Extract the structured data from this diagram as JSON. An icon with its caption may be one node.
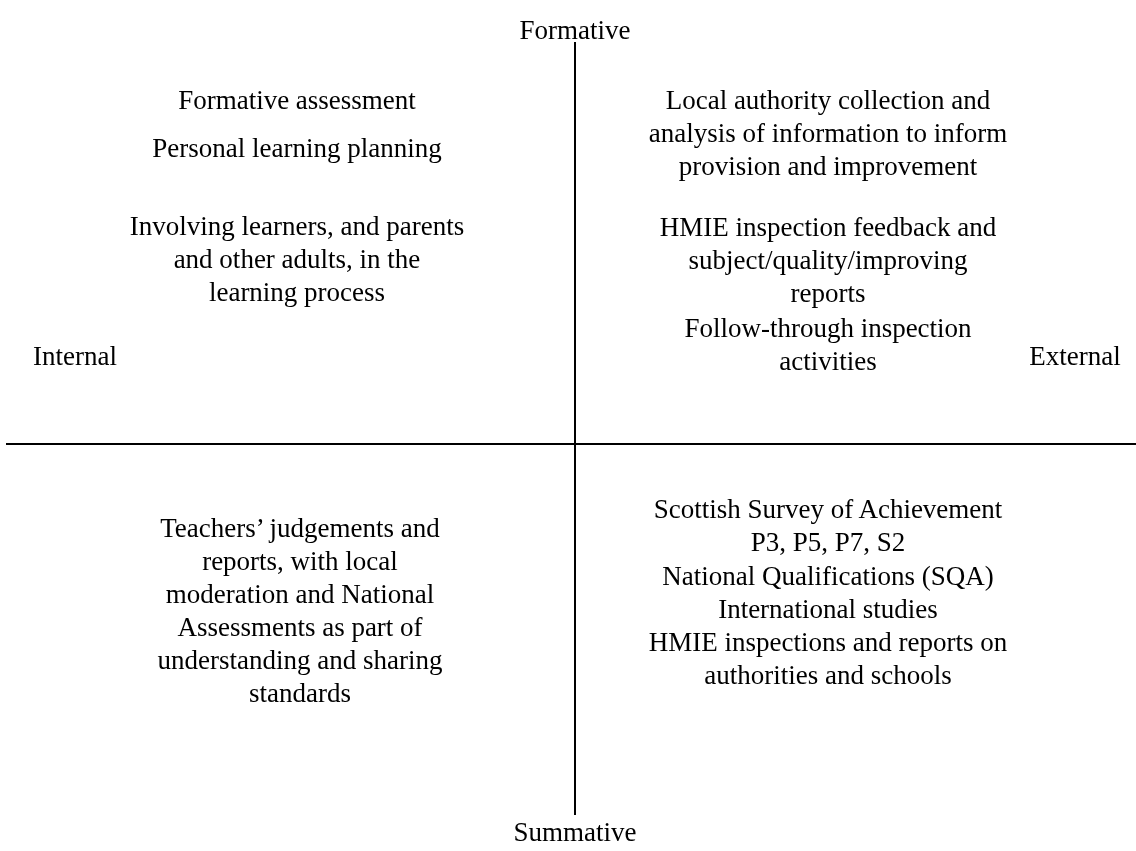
{
  "diagram": {
    "labels": [
      "Formative",
      "Formative assessment",
      "Local authority collection and analysis of information to inform provision and improvement",
      "Personal learning planning",
      "Involving learners, and parents and other adults, in the learning process",
      "HMIE inspection feedback and subject/quality/improving reports",
      "Internal",
      "Follow-through inspection activities",
      "External",
      "Scottish Survey of Achievement P3, P5, P7, S2",
      "Teachers’ judgements and reports, with local moderation and National Assessments as part of understanding and sharing standards",
      "National Qualifications (SQA)",
      "International studies",
      "HMIE inspections and reports on authorities and schools",
      "Summative"
    ]
  }
}
